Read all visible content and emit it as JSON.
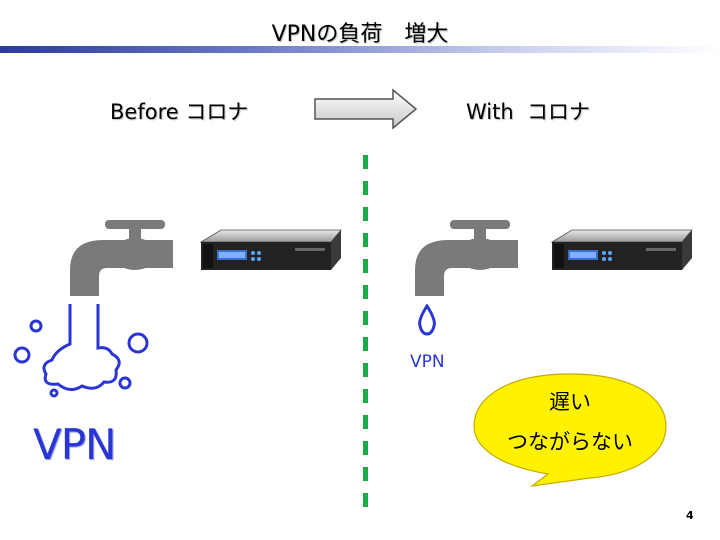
{
  "slide": {
    "title": "VPNの負荷　増大",
    "page_number": "4"
  },
  "comparison": {
    "before_label": "Before コロナ",
    "with_label": "With  コロナ"
  },
  "before_side": {
    "vpn_label": "VPN"
  },
  "with_side": {
    "vpn_label": "VPN",
    "bubble_line1": "遅い",
    "bubble_line2": "つながらない"
  },
  "colors": {
    "accent_blue": "#2a36d4",
    "divider_green": "#1faa4a",
    "bubble_yellow": "#fff200",
    "faucet_gray": "#7a7a7a"
  },
  "icons": [
    "faucet-icon",
    "server-icon",
    "water-splash-icon",
    "water-drop-icon",
    "arrow-right-icon"
  ]
}
